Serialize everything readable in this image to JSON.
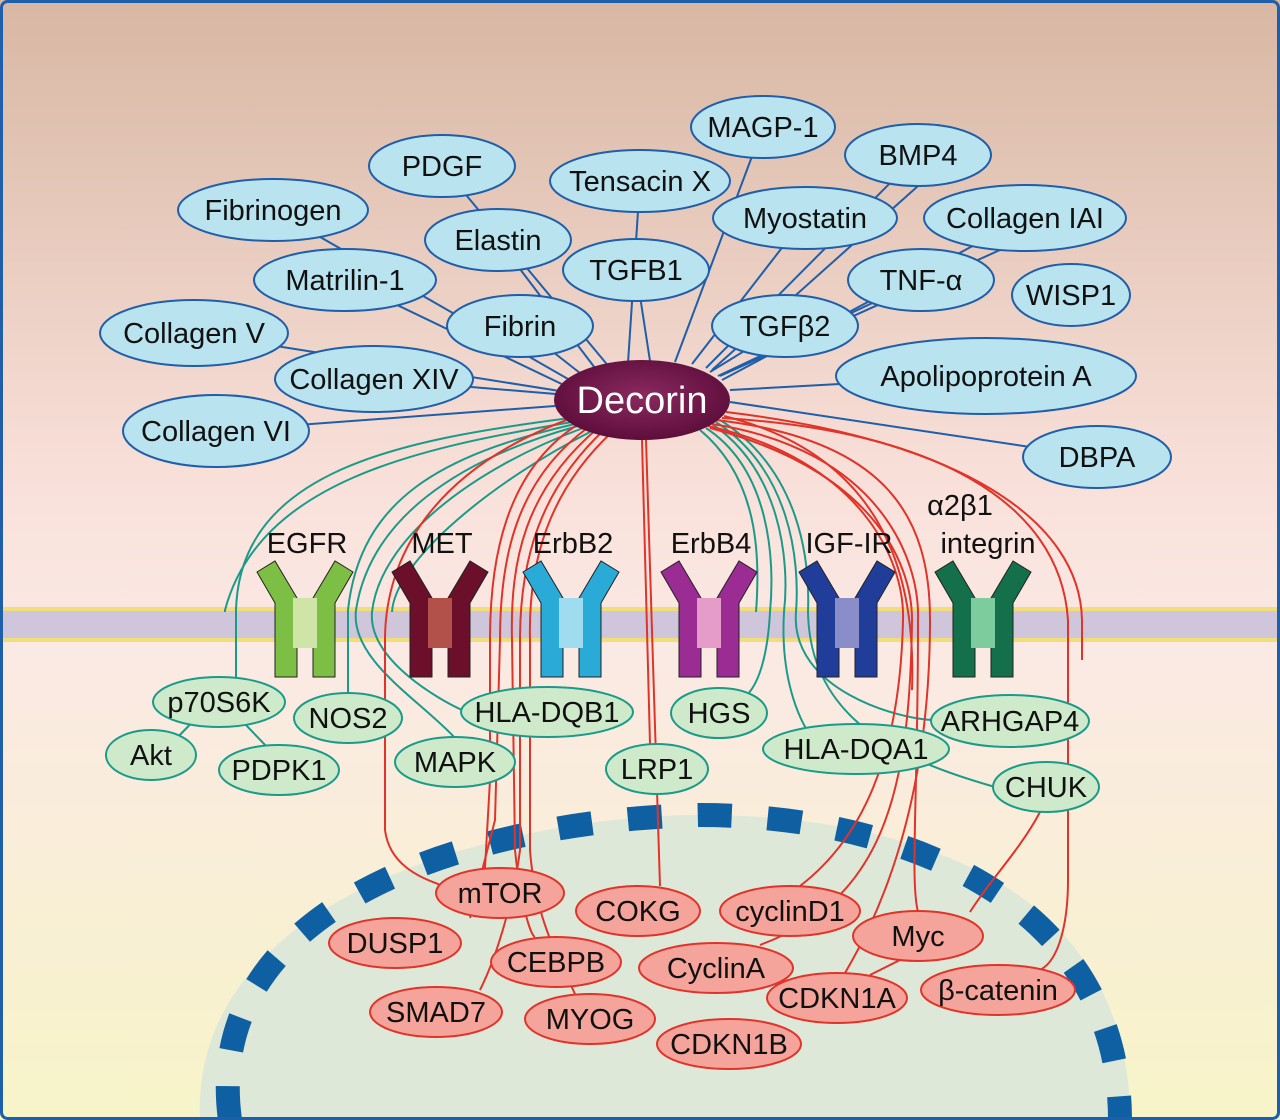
{
  "colors": {
    "ecm_node_fill": "#b9e3ee",
    "ecm_node_stroke": "#1f5ea8",
    "ecm_link": "#1f5ea8",
    "cyto_node_fill": "#cfeacb",
    "cyto_node_stroke": "#1b9a8a",
    "cyto_link": "#1b9a8a",
    "nuc_node_fill": "#f4a49a",
    "nuc_node_stroke": "#e0342a",
    "nuc_link": "#e0342a",
    "hub_fill": "#64103f",
    "membrane": "#cfc6dc",
    "nucleus_border": "#0f5fa3",
    "nucleus_fill": "#dde8d8",
    "frame": "#1f5ea8"
  },
  "hub": {
    "label": "Decorin"
  },
  "ecm_nodes": [
    {
      "id": "magp1",
      "label": "MAGP-1"
    },
    {
      "id": "bmp4",
      "label": "BMP4"
    },
    {
      "id": "pdgf",
      "label": "PDGF"
    },
    {
      "id": "tensacin",
      "label": "Tensacin X"
    },
    {
      "id": "fibrinogen",
      "label": "Fibrinogen"
    },
    {
      "id": "myostatin",
      "label": "Myostatin"
    },
    {
      "id": "collagen_iai",
      "label": "Collagen IAI"
    },
    {
      "id": "elastin",
      "label": "Elastin"
    },
    {
      "id": "tgfb1",
      "label": "TGFB1"
    },
    {
      "id": "matrilin",
      "label": "Matrilin-1"
    },
    {
      "id": "tnfa",
      "label": "TNF-α"
    },
    {
      "id": "wisp1",
      "label": "WISP1"
    },
    {
      "id": "fibrin",
      "label": "Fibrin"
    },
    {
      "id": "tgfb2",
      "label": "TGFβ2"
    },
    {
      "id": "collagen_v",
      "label": "Collagen V"
    },
    {
      "id": "collagen_xiv",
      "label": "Collagen XIV"
    },
    {
      "id": "apolipo",
      "label": "Apolipoprotein A"
    },
    {
      "id": "collagen_vi",
      "label": "Collagen VI"
    },
    {
      "id": "dbpa",
      "label": "DBPA"
    }
  ],
  "receptors": [
    {
      "id": "egfr",
      "label": "EGFR",
      "color": "#7dbf45",
      "core": "#cfe5a8"
    },
    {
      "id": "met",
      "label": "MET",
      "color": "#6b0f2b",
      "core": "#b2514a"
    },
    {
      "id": "erbb2",
      "label": "ErbB2",
      "color": "#2aaad6",
      "core": "#9fdcf0"
    },
    {
      "id": "erbb4",
      "label": "ErbB4",
      "color": "#9a2c94",
      "core": "#e59cc8"
    },
    {
      "id": "igf1r",
      "label": "IGF-IR",
      "color": "#203e99",
      "core": "#8a8ec8"
    },
    {
      "id": "integrin",
      "label_line1": "α2β1",
      "label_line2": "integrin",
      "color": "#13704a",
      "core": "#7ccc9e"
    }
  ],
  "cyto_nodes": [
    {
      "id": "p70s6k",
      "label": "p70S6K"
    },
    {
      "id": "nos2",
      "label": "NOS2"
    },
    {
      "id": "hladqb1",
      "label": "HLA-DQB1"
    },
    {
      "id": "hgs",
      "label": "HGS"
    },
    {
      "id": "arhgap4",
      "label": "ARHGAP4"
    },
    {
      "id": "hladqa1",
      "label": "HLA-DQA1"
    },
    {
      "id": "akt",
      "label": "Akt"
    },
    {
      "id": "pdpk1",
      "label": "PDPK1"
    },
    {
      "id": "mapk",
      "label": "MAPK"
    },
    {
      "id": "lrp1",
      "label": "LRP1"
    },
    {
      "id": "chuk",
      "label": "CHUK"
    }
  ],
  "nuclear_nodes": [
    {
      "id": "mtor",
      "label": "mTOR"
    },
    {
      "id": "cokg",
      "label": "COKG"
    },
    {
      "id": "cyclind1",
      "label": "cyclinD1"
    },
    {
      "id": "dusp1",
      "label": "DUSP1"
    },
    {
      "id": "myc",
      "label": "Myc"
    },
    {
      "id": "cebpb",
      "label": "CEBPB"
    },
    {
      "id": "cyclina",
      "label": "CyclinA"
    },
    {
      "id": "bcatenin",
      "label": "β-catenin"
    },
    {
      "id": "cdkn1a",
      "label": "CDKN1A"
    },
    {
      "id": "smad7",
      "label": "SMAD7"
    },
    {
      "id": "myog",
      "label": "MYOG"
    },
    {
      "id": "cdkn1b",
      "label": "CDKN1B"
    }
  ]
}
